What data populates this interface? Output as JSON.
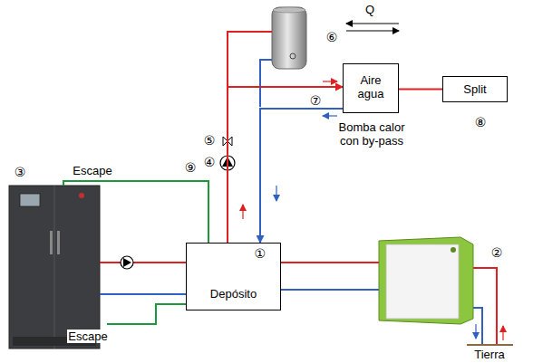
{
  "diagram": {
    "nodes": [
      {
        "text": [
          "Aire agua",
          "Bomba calor con by-pass"
        ]
      },
      {
        "text": [
          "Split"
        ]
      },
      {
        "text": [
          "Depósito",
          "①"
        ]
      }
    ],
    "edges": [
      {
        "from": 0,
        "to": 1,
        "arrow": "none"
      },
      {
        "from": 2,
        "to": 0,
        "arrow": "to"
      },
      {
        "from": 0,
        "to": 2,
        "arrow": "to"
      }
    ],
    "labels": [
      "Q",
      "⑥",
      "⑤",
      "④",
      "⑦",
      "⑧",
      "③",
      "Escape",
      "⑨",
      "②",
      "Escape",
      "Tierra"
    ]
  }
}
